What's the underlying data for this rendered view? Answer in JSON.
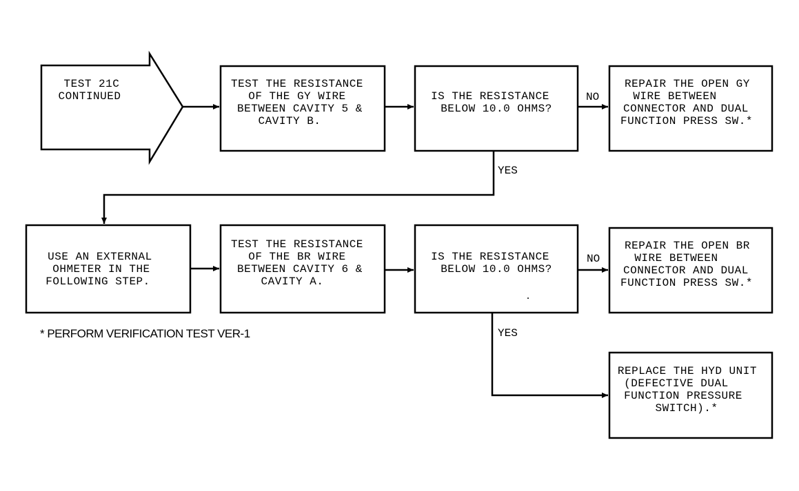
{
  "start": {
    "lines": [
      "TEST 21C",
      "CONTINUED"
    ]
  },
  "boxes": {
    "test_gy": {
      "lines": [
        "TEST THE RESISTANCE",
        "OF THE GY WIRE",
        "BETWEEN CAVITY 5 &",
        "CAVITY B."
      ]
    },
    "is_resistance_1": {
      "lines": [
        "IS THE RESISTANCE",
        "BELOW 10.0 OHMS?"
      ]
    },
    "repair_gy": {
      "lines": [
        "REPAIR THE OPEN GY",
        "WIRE BETWEEN",
        "CONNECTOR AND DUAL",
        "FUNCTION PRESS SW.*"
      ]
    },
    "use_ohmeter": {
      "lines": [
        "USE AN EXTERNAL",
        "OHMETER IN THE",
        "FOLLOWING STEP."
      ]
    },
    "test_br": {
      "lines": [
        "TEST THE RESISTANCE",
        "OF THE BR WIRE",
        "BETWEEN CAVITY 6 &",
        "CAVITY A."
      ]
    },
    "is_resistance_2": {
      "lines": [
        "IS THE RESISTANCE",
        "BELOW 10.0 OHMS?"
      ]
    },
    "repair_br": {
      "lines": [
        "REPAIR THE OPEN BR",
        "WIRE BETWEEN",
        "CONNECTOR AND DUAL",
        "FUNCTION PRESS SW.*"
      ]
    },
    "replace_hyd": {
      "lines": [
        "REPLACE THE HYD UNIT",
        "(DEFECTIVE DUAL",
        "FUNCTION PRESSURE",
        "SWITCH).*"
      ]
    }
  },
  "labels": {
    "no_1": "NO",
    "yes_1": "YES",
    "no_2": "NO",
    "yes_2": "YES"
  },
  "note": "* PERFORM VERIFICATION TEST VER-1"
}
